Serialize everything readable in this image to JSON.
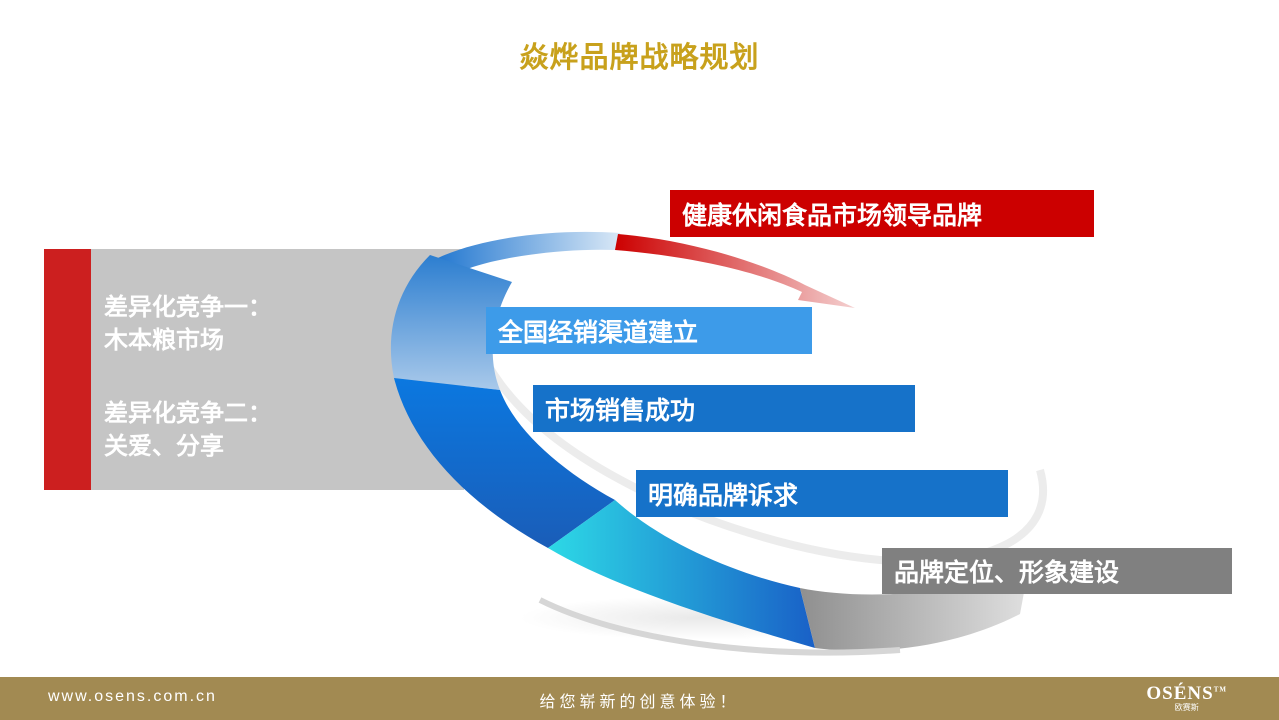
{
  "title": "焱烨品牌战略规划",
  "left_panel": {
    "line1": "差异化竞争一：",
    "line2": "木本粮市场",
    "line3": "差异化竞争二：",
    "line4": "关爱、分享"
  },
  "steps": [
    {
      "label": "健康休闲食品市场领导品牌",
      "color": "#cc0000"
    },
    {
      "label": "全国经销渠道建立",
      "color": "#3d9be9"
    },
    {
      "label": "市场销售成功",
      "color": "#1672c9"
    },
    {
      "label": "明确品牌诉求",
      "color": "#1672c9"
    },
    {
      "label": "品牌定位、形象建设",
      "color": "#808080"
    }
  ],
  "footer": {
    "url": "www.osens.com.cn",
    "slogan": "给您崭新的创意体验！",
    "logo_text": "OSÉNS",
    "logo_tm": "TM",
    "logo_sub": "欧赛斯"
  },
  "colors": {
    "title": "#c8a11c",
    "accent_red": "#cc1f1f",
    "panel_gray": "#c5c5c5",
    "footer": "#a28a52"
  }
}
